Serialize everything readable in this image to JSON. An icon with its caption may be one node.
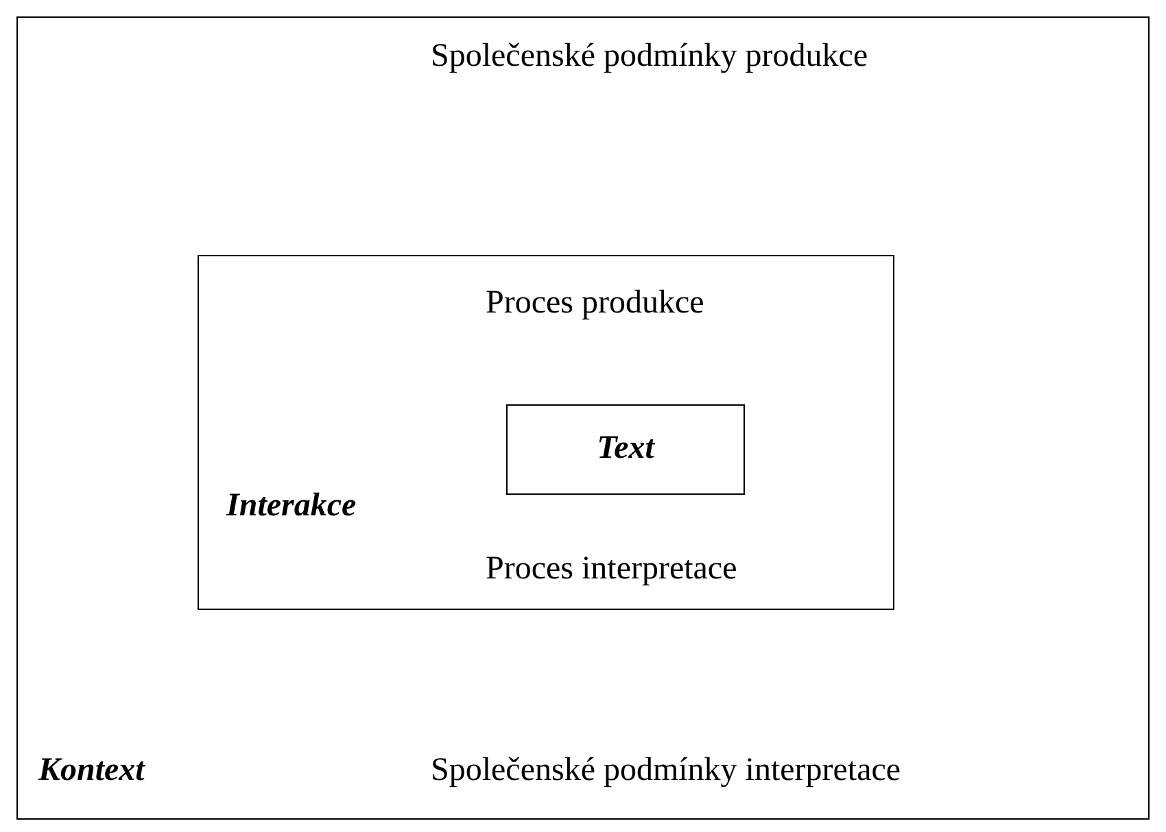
{
  "diagram": {
    "nodes": [
      {
        "text": [
          "Společenské podmínky produkce",
          "Kontext",
          "Společenské podmínky interpretace"
        ]
      },
      {
        "text": [
          "Proces produkce",
          "Interakce",
          "Proces interpretace"
        ],
        "in": 0
      },
      {
        "text": [
          "Text"
        ],
        "in": 1
      }
    ]
  }
}
